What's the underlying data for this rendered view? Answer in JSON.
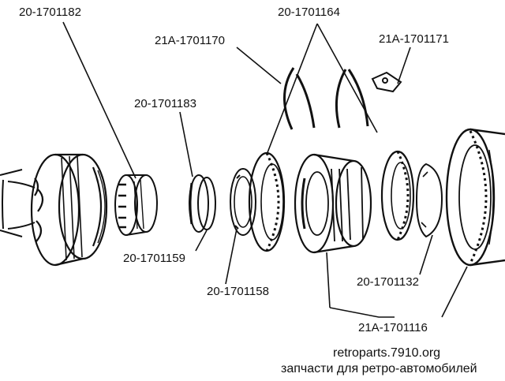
{
  "part_labels": [
    {
      "id": "p1",
      "text": "20-1701182"
    },
    {
      "id": "p2",
      "text": "20-1701164"
    },
    {
      "id": "p3",
      "text": "21A-1701170"
    },
    {
      "id": "p4",
      "text": "21A-1701171"
    },
    {
      "id": "p5",
      "text": "20-1701183"
    },
    {
      "id": "p6",
      "text": "20-1701159"
    },
    {
      "id": "p7",
      "text": "20-1701158"
    },
    {
      "id": "p8",
      "text": "20-1701132"
    },
    {
      "id": "p9",
      "text": "21A-1701116"
    }
  ],
  "footer": {
    "site": "retroparts.7910.org",
    "tagline": "запчасти для ретро-автомобилей"
  },
  "colors": {
    "ink": "#111111",
    "paper": "#ffffff"
  }
}
